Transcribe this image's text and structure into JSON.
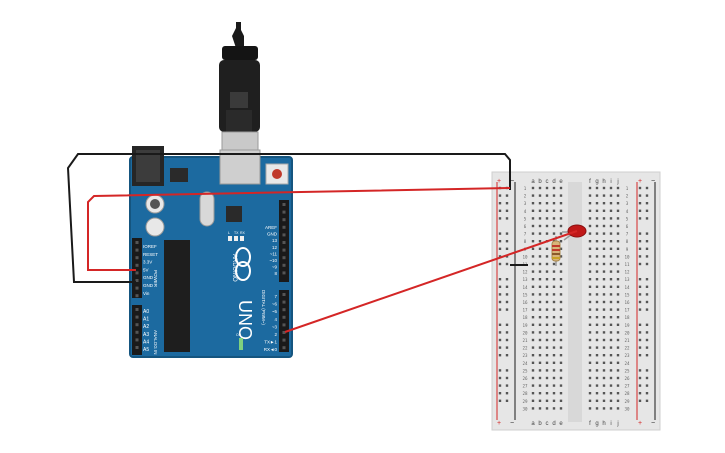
{
  "board": {
    "name": "UNO",
    "brand": "ARDUINO",
    "tx_label": "TX",
    "rx_label": "RX",
    "l_label": "L",
    "on_label": "ON",
    "digital_header": "DIGITAL (PWM~)",
    "power_header": "POWER",
    "analog_header": "ANALOG IN",
    "power_pins": [
      "IOREF",
      "RESET",
      "3.3V",
      "5V",
      "GND",
      "GND",
      "Vin"
    ],
    "analog_pins": [
      "A0",
      "A1",
      "A2",
      "A3",
      "A4",
      "A5"
    ],
    "digital_top": [
      "AREF",
      "GND",
      "13",
      "12",
      "~11",
      "~10",
      "~9",
      "8"
    ],
    "digital_bottom": [
      "7",
      "~6",
      "~5",
      "4",
      "~3",
      "2",
      "TX►1",
      "RX◄0"
    ]
  },
  "breadboard": {
    "columns_left": [
      "a",
      "b",
      "c",
      "d",
      "e"
    ],
    "columns_right": [
      "f",
      "g",
      "h",
      "i",
      "j"
    ],
    "rail_plus": "+",
    "rail_minus": "−",
    "row_count": 30
  },
  "colors": {
    "board": "#1c6aa0",
    "board_edge": "#15557f",
    "wire_red": "#d42626",
    "wire_black": "#1a1a1a",
    "led": "#c01818",
    "breadboard": "#e6e6e6"
  }
}
